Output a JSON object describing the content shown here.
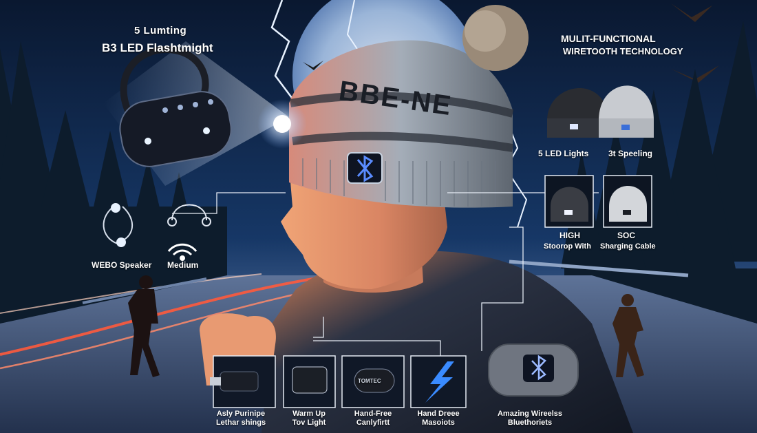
{
  "headline": {
    "left_line1": "5 Lumting",
    "left_line2": "B3  LED Flashtmight",
    "right_line1": "MULIT-FUNCTIONAL",
    "right_line2": "WIRETOOTH TECHNOLOGY"
  },
  "hat_text": "BBE-NE",
  "labels": {
    "led_lights": "5 LED Lights",
    "speeling": "3t Speeling",
    "high": "HIGH",
    "stoorop": "Stoorop With",
    "soc": "SOC",
    "charging_cable": "Sharging Cable",
    "speaker": "WEBO Speaker",
    "medium": "Medium"
  },
  "bottom_items": [
    {
      "line1": "Asly Purinipe",
      "line2": "Lethar shings"
    },
    {
      "line1": "Warm Up",
      "line2": "Tov Light"
    },
    {
      "line1": "Hand-Free",
      "line2": "Canlyfirtt"
    },
    {
      "line1": "Hand Dreee",
      "line2": "Masoiots"
    },
    {
      "line1": "Amazing Wireelss",
      "line2": "Bluethoriets"
    }
  ],
  "device_label": "TOMTEC",
  "colors": {
    "sky": "#0d2142",
    "moon": "#b9d2ef",
    "light_trail": "#ff5a3c",
    "beanie_gray": "#9ea7b3",
    "accent_blue": "#3a6fd8"
  }
}
